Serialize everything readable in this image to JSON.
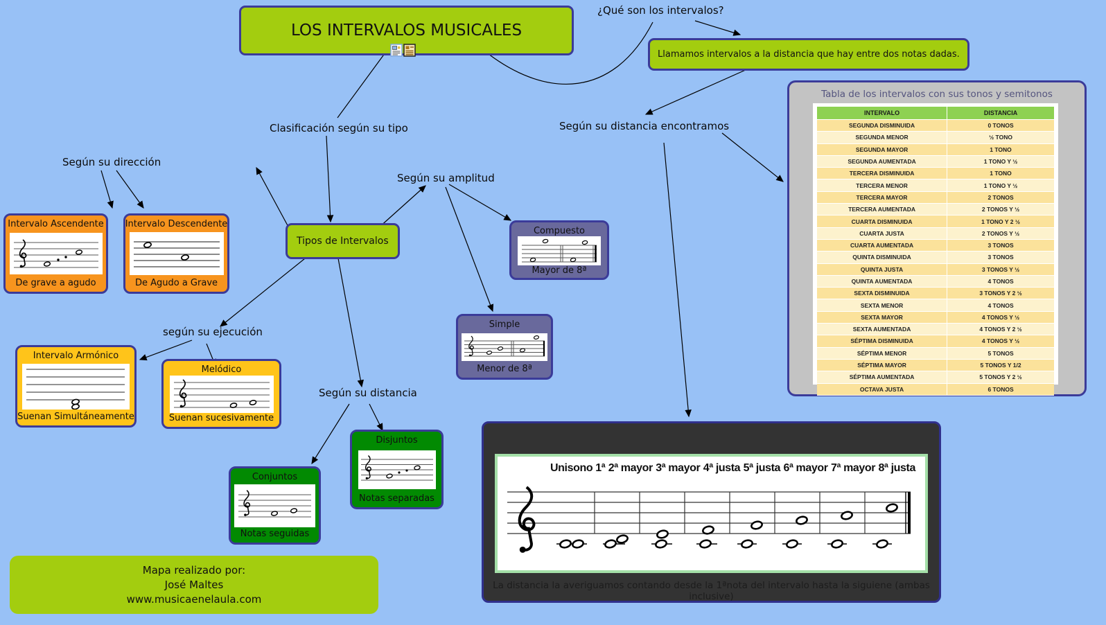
{
  "title": "LOS INTERVALOS MUSICALES",
  "question": "¿Qué son los intervalos?",
  "definition": "Llamamos intervalos a la distancia que hay entre dos notas dadas.",
  "links": {
    "clasificacion": "Clasificación según su tipo",
    "direccion": "Según su dirección",
    "amplitud": "Según su amplitud",
    "ejecucion": "según su ejecución",
    "distancia": "Según su distancia",
    "encontramos": "Según su distancia encontramos"
  },
  "nodes": {
    "tipos": "Tipos de Intervalos",
    "ascendente": {
      "title": "Intervalo Ascendente",
      "caption": "De grave a agudo"
    },
    "descendente": {
      "title": "Intervalo Descendente",
      "caption": "De Agudo a Grave"
    },
    "compuesto": {
      "title": "Compuesto",
      "caption": "Mayor de 8ª"
    },
    "simple": {
      "title": "Simple",
      "caption": "Menor de 8ª"
    },
    "armonico": {
      "title": "Intervalo Armónico",
      "caption": "Suenan Simultáneamente"
    },
    "melodico": {
      "title": "Melódico",
      "caption": "Suenan sucesivamente"
    },
    "conjuntos": {
      "title": "Conjuntos",
      "caption": "Notas seguidas"
    },
    "disjuntos": {
      "title": "Disjuntos",
      "caption": "Notas separadas"
    }
  },
  "table": {
    "title": "Tabla de los intervalos con sus tonos y semitonos",
    "headers": [
      "INTERVALO",
      "DISTANCIA"
    ],
    "rows": [
      [
        "SEGUNDA DISMINUIDA",
        "0 TONOS"
      ],
      [
        "SEGUNDA MENOR",
        "½ TONO"
      ],
      [
        "SEGUNDA MAYOR",
        "1 TONO"
      ],
      [
        "SEGUNDA AUMENTADA",
        "1 TONO Y ½"
      ],
      [
        "TERCERA DISMINUIDA",
        "1 TONO"
      ],
      [
        "TERCERA MENOR",
        "1 TONO Y ½"
      ],
      [
        "TERCERA MAYOR",
        "2 TONOS"
      ],
      [
        "TERCERA AUMENTADA",
        "2 TONOS Y ½"
      ],
      [
        "CUARTA DISMINUIDA",
        "1 TONO Y 2 ½"
      ],
      [
        "CUARTA JUSTA",
        "2 TONOS Y ½"
      ],
      [
        "CUARTA AUMENTADA",
        "3 TONOS"
      ],
      [
        "QUINTA DISMINUIDA",
        "3 TONOS"
      ],
      [
        "QUINTA JUSTA",
        "3 TONOS Y ½"
      ],
      [
        "QUINTA AUMENTADA",
        "4 TONOS"
      ],
      [
        "SEXTA DISMINUIDA",
        "3 TONOS Y 2 ½"
      ],
      [
        "SEXTA MENOR",
        "4 TONOS"
      ],
      [
        "SEXTA MAYOR",
        "4 TONOS Y ½"
      ],
      [
        "SEXTA AUMENTADA",
        "4 TONOS Y 2 ½"
      ],
      [
        "SÉPTIMA DISMINUIDA",
        "4 TONOS Y ½"
      ],
      [
        "SÉPTIMA MENOR",
        "5 TONOS"
      ],
      [
        "SÉPTIMA MAYOR",
        "5 TONOS Y 1/2"
      ],
      [
        "SÉPTIMA AUMENTADA",
        "5 TONOS Y 2 ½"
      ],
      [
        "OCTAVA JUSTA",
        "6 TONOS"
      ]
    ]
  },
  "interval_chart": {
    "labels": [
      "Unisono 1ª",
      "2ª mayor",
      "3ª mayor",
      "4ª justa",
      "5ª justa",
      "6ª mayor",
      "7ª mayor",
      "8ª justa"
    ],
    "caption": "La distancia la averiguamos contando desde la 1ªnota del intervalo hasta la siguiene (ambas inclusive)"
  },
  "credits": {
    "line1": "Mapa realizado por:",
    "line2": "José Maltes",
    "line3": "www.musicaenelaula.com"
  },
  "colors": {
    "background": "#98c1f6",
    "node_green": "#a3cd0f",
    "border_blue": "#3b3b99",
    "orange": "#f7941e",
    "gold": "#ffc41a",
    "dark_green": "#028a02",
    "slate": "#69699c",
    "panel_gray": "#c3c3c3",
    "dark_panel": "#333333",
    "table_header_green": "#8ed152",
    "table_row_tan": "#fbe29b",
    "table_row_cream": "#fdf2cd"
  }
}
